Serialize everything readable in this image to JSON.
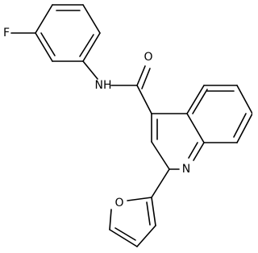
{
  "molecule": {
    "atom_labels": {
      "F": "F",
      "NH": "NH",
      "O_carbonyl": "O",
      "N_quinoline": "N",
      "O_furan": "O"
    }
  },
  "colors": {
    "bond": "#000000",
    "label": "#000000",
    "background": "#ffffff"
  }
}
